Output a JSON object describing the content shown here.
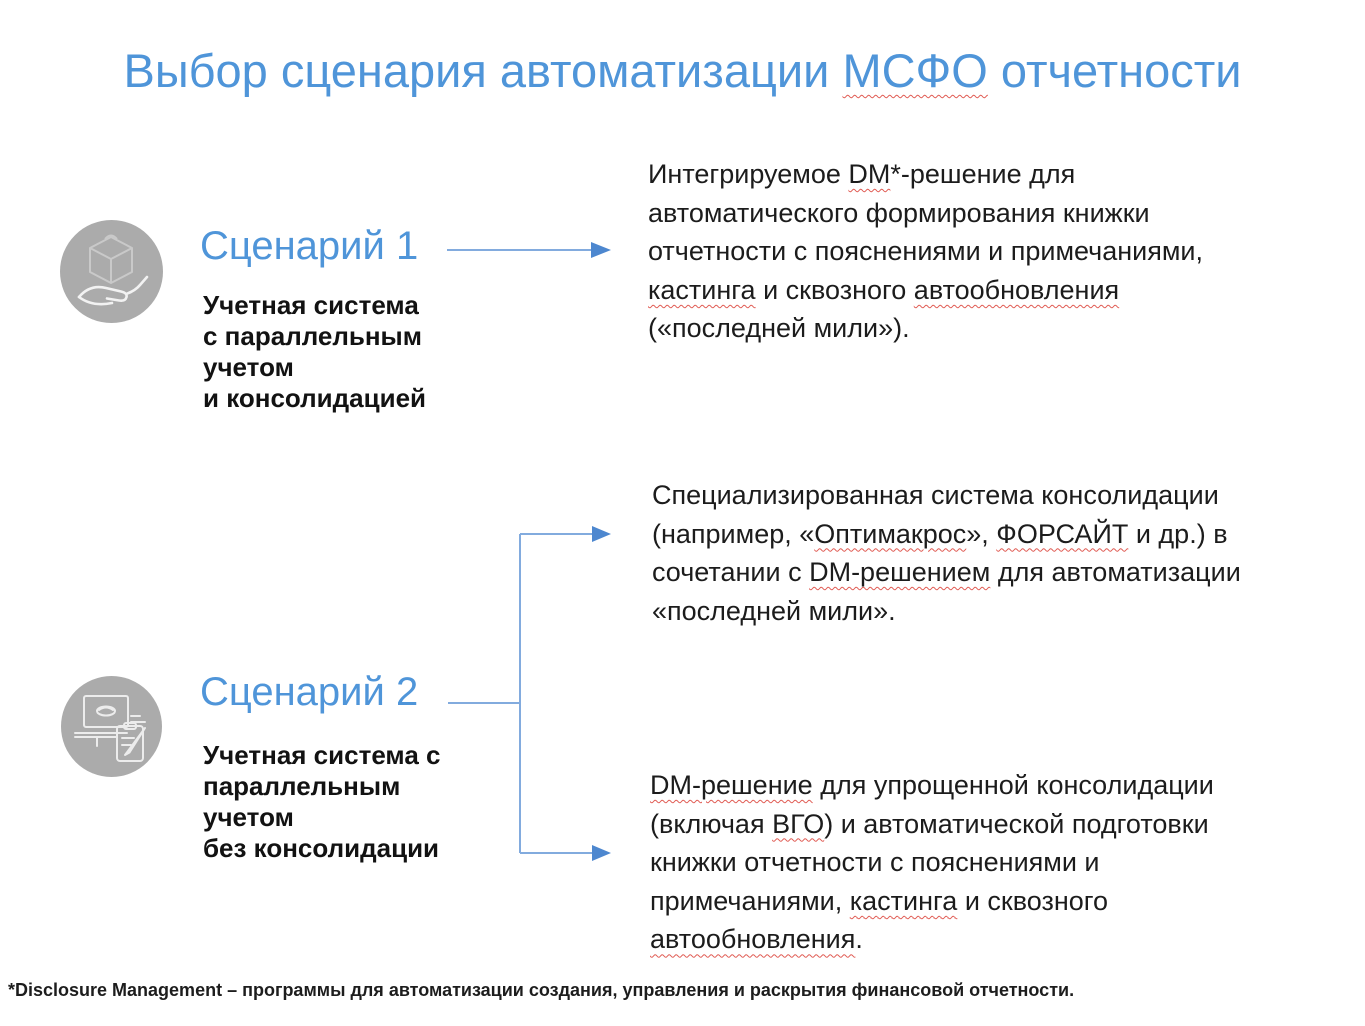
{
  "colors": {
    "accent_blue": "#4f95d9",
    "connector_blue": "#82abde",
    "arrowhead_blue": "#4d87cf",
    "squiggle_red": "#e05a52",
    "icon_circle_gray": "#ababab",
    "body_text": "#1c1c1c"
  },
  "title": {
    "lines": [
      [
        {
          "t": "Выбор сценария автоматизации "
        },
        {
          "t": "МСФО",
          "sq": true
        },
        {
          "t": " отчетности"
        }
      ]
    ]
  },
  "scenario1": {
    "heading": "Сценарий 1",
    "icon": "hand-holding-box",
    "label_lines": [
      [
        {
          "t": "Учетная система"
        }
      ],
      [
        {
          "t": "с параллельным"
        }
      ],
      [
        {
          "t": "учетом"
        }
      ],
      [
        {
          "t": "и консолидацией"
        }
      ]
    ],
    "description_lines": [
      [
        {
          "t": "Интегрируемое "
        },
        {
          "t": "DM",
          "sq": true
        },
        {
          "t": "*-решение для"
        }
      ],
      [
        {
          "t": "автоматического формирования книжки"
        }
      ],
      [
        {
          "t": "отчетности с пояснениями и примечаниями,"
        }
      ],
      [
        {
          "t": "кастинга",
          "sq": true
        },
        {
          "t": " и сквозного "
        },
        {
          "t": "автообновления",
          "sq": true
        }
      ],
      [
        {
          "t": "(«последней мили»)."
        }
      ]
    ]
  },
  "scenario2": {
    "heading": "Сценарий 2",
    "icon": "laptop-checklist",
    "label_lines": [
      [
        {
          "t": "Учетная система с"
        }
      ],
      [
        {
          "t": "параллельным"
        }
      ],
      [
        {
          "t": "учетом"
        }
      ],
      [
        {
          "t": "без консолидации"
        }
      ]
    ],
    "option1_lines": [
      [
        {
          "t": "Специализированная система консолидации"
        }
      ],
      [
        {
          "t": "(например, «"
        },
        {
          "t": "Оптимакрос",
          "sq": true
        },
        {
          "t": "», "
        },
        {
          "t": "ФОРСАЙТ",
          "sq": true
        },
        {
          "t": " и др.) в"
        }
      ],
      [
        {
          "t": "сочетании с "
        },
        {
          "t": "DM-решением",
          "sq": true
        },
        {
          "t": " для автоматизации"
        }
      ],
      [
        {
          "t": "«последней мили»."
        }
      ]
    ],
    "option2_lines": [
      [
        {
          "t": "DM-решение",
          "sq": true
        },
        {
          "t": " для упрощенной консолидации"
        }
      ],
      [
        {
          "t": "(включая "
        },
        {
          "t": "ВГО",
          "sq": true
        },
        {
          "t": ") и автоматической подготовки"
        }
      ],
      [
        {
          "t": "книжки отчетности с пояснениями и"
        }
      ],
      [
        {
          "t": "примечаниями, "
        },
        {
          "t": "кастинга",
          "sq": true
        },
        {
          "t": " и сквозного"
        }
      ],
      [
        {
          "t": "автообновления",
          "sq": true
        },
        {
          "t": "."
        }
      ]
    ]
  },
  "footnote": "*Disclosure Management – программы для автоматизации создания, управления и раскрытия финансовой отчетности."
}
